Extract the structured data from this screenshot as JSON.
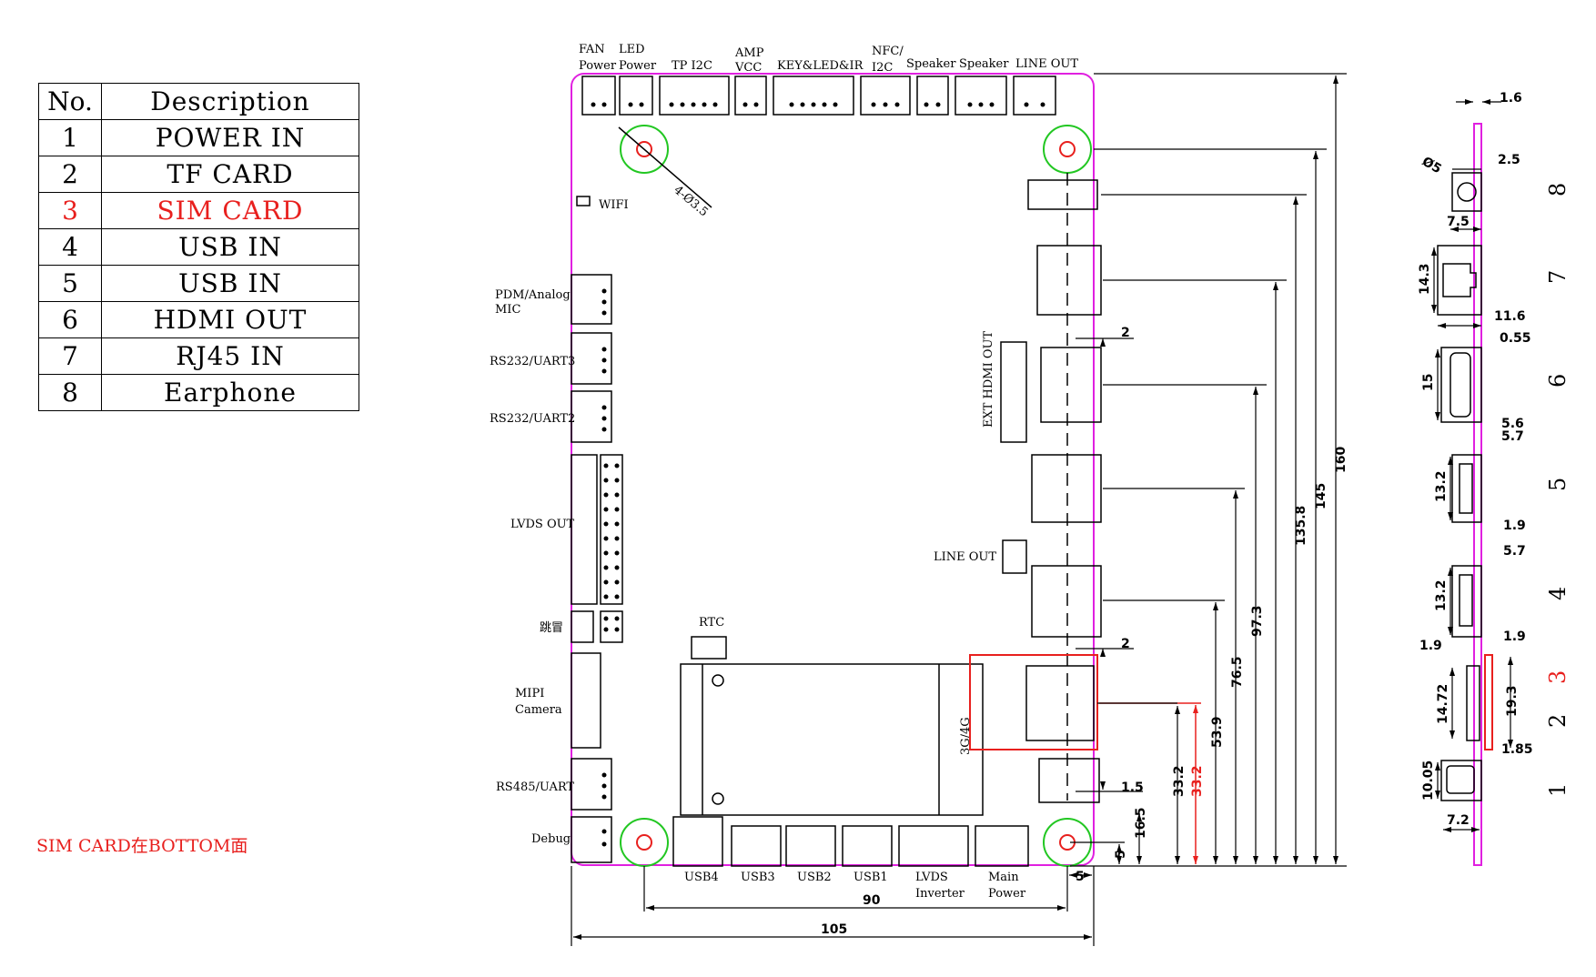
{
  "table": {
    "header": {
      "no": "No.",
      "desc": "Description"
    },
    "rows": [
      {
        "no": "1",
        "desc": "POWER  IN"
      },
      {
        "no": "2",
        "desc": "TF CARD"
      },
      {
        "no": "3",
        "desc": "SIM CARD"
      },
      {
        "no": "4",
        "desc": "USB  IN"
      },
      {
        "no": "5",
        "desc": "USB  IN"
      },
      {
        "no": "6",
        "desc": "HDMI  OUT"
      },
      {
        "no": "7",
        "desc": "RJ45  IN"
      },
      {
        "no": "8",
        "desc": "Earphone"
      }
    ]
  },
  "note": "SIM  CARD在BOTTOM面",
  "top_labels": {
    "fan1": "FAN",
    "fan2": "Power",
    "led1": "LED",
    "led2": "Power",
    "tp": "TP I2C",
    "amp1": "AMP",
    "amp2": "VCC",
    "key": "KEY&LED&IR",
    "nfc1": "NFC/",
    "nfc2": "I2C",
    "spk1": "Speaker",
    "spk2": "Speaker",
    "lineout": "LINE OUT"
  },
  "left_labels": {
    "wifi": "WIFI",
    "pdm1": "PDM/Analog",
    "pdm2": "MIC",
    "uart3": "RS232/UART3",
    "uart2": "RS232/UART2",
    "lvds": "LVDS OUT",
    "jumper": "跳冒",
    "mipi1": "MIPI",
    "mipi2": "Camera",
    "rs485": "RS485/UART",
    "debug": "Debug"
  },
  "bottom_labels": {
    "usb4": "USB4",
    "usb3": "USB3",
    "usb2": "USB2",
    "usb1": "USB1",
    "lvds1": "LVDS",
    "lvds2": "Inverter",
    "main1": "Main",
    "main2": "Power"
  },
  "board_labels": {
    "rtc": "RTC",
    "mod": "3G/4G",
    "ext_hdmi": "EXT HDMI OUT",
    "line_out": "LINE OUT"
  },
  "dims": {
    "hole": "4-Ø3.5",
    "d90": "90",
    "d105": "105",
    "d5a": "5",
    "d5b": "5",
    "d16_5": "16.5",
    "d1_5": "1.5",
    "d33_2a": "33.2",
    "d33_2b": "33.2",
    "d53_9": "53.9",
    "d76_5": "76.5",
    "d97_3": "97.3",
    "d135_8": "135.8",
    "d145": "145",
    "d160": "160",
    "d2a": "2",
    "d2b": "2"
  },
  "side_dims": {
    "s1_6": "1.6",
    "s2_5": "2.5",
    "sdia5": "Ø5",
    "s7_5": "7.5",
    "s14_3": "14.3",
    "s11_6": "11.6",
    "s0_55": "0.55",
    "s15": "15",
    "s5_6": "5.6",
    "s5_7a": "5.7",
    "s13_2a": "13.2",
    "s1_9a": "1.9",
    "s5_7b": "5.7",
    "s13_2b": "13.2",
    "s1_9b": "1.9",
    "s1_9c": "1.9",
    "s14_72": "14.72",
    "s19_3": "19.3",
    "s1_85": "1.85",
    "s10_05": "10.05",
    "s7_2": "7.2"
  },
  "side_numbers": [
    "1",
    "2",
    "3",
    "4",
    "5",
    "6",
    "7",
    "8"
  ],
  "colors": {
    "outline": "#e020e0",
    "accent": "#e8201e",
    "hole": "#22c722"
  }
}
